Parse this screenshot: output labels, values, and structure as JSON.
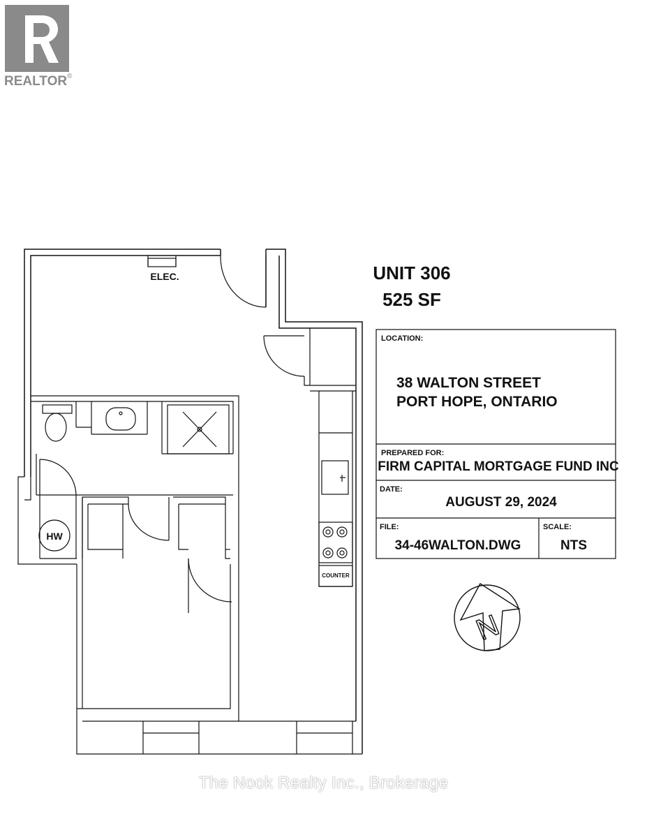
{
  "logo": {
    "label": "REALTOR",
    "mark": "®"
  },
  "plan": {
    "unit": "UNIT 306",
    "area": "525 SF",
    "labels": {
      "elec": "ELEC.",
      "hw": "HW",
      "counter": "COUNTER"
    }
  },
  "title_block": {
    "location_label": "LOCATION:",
    "address_line1": "38 WALTON STREET",
    "address_line2": "PORT HOPE, ONTARIO",
    "prepared_label": "PREPARED FOR:",
    "prepared_value": "FIRM CAPITAL MORTGAGE FUND INC",
    "date_label": "DATE:",
    "date_value": "AUGUST 29, 2024",
    "file_label": "FILE:",
    "file_value": "34-46WALTON.DWG",
    "scale_label": "SCALE:",
    "scale_value": "NTS"
  },
  "compass": {
    "letter": "N",
    "icon": "north-arrow-icon"
  },
  "watermark": "The Nook Realty Inc., Brokerage",
  "colors": {
    "line": "#111111",
    "logo": "#8a8a8a"
  }
}
